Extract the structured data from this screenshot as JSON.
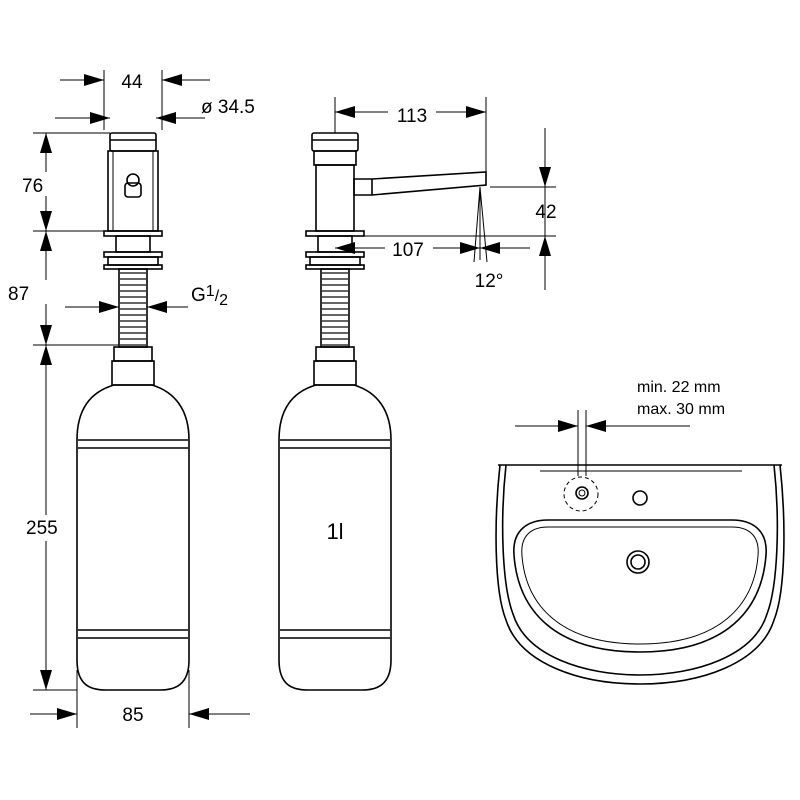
{
  "dimensions": {
    "width_top": "44",
    "diameter": "ø 34.5",
    "height_head": "76",
    "height_shank": "87",
    "thread_prefix": "G",
    "thread_fraction_num": "1",
    "thread_fraction_den": "2",
    "height_bottle": "255",
    "width_bottle": "85",
    "spout_length": "113",
    "spout_reach": "107",
    "spout_height": "42",
    "spout_angle": "12°",
    "bottle_volume": "1l"
  },
  "basin_note": {
    "min_thickness": "min. 22 mm",
    "max_thickness": "max. 30 mm"
  },
  "colors": {
    "line": "#000000",
    "background": "#ffffff"
  }
}
